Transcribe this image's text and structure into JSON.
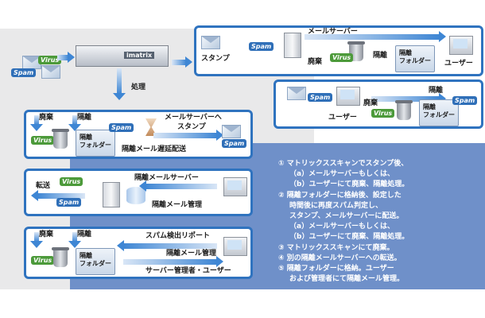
{
  "appliance_label": "imatrix",
  "tags": {
    "virus": "Virus",
    "spam": "Spam"
  },
  "labels": {
    "process": "処理",
    "mail_server": "メールサーバー",
    "stamp": "スタンプ",
    "discard": "廃棄",
    "quarantine": "隔離",
    "quarantine_folder_line1": "隔離",
    "quarantine_folder_line2": "フォルダー",
    "user": "ユーザー",
    "to_mail_server_stamp_line1": "メールサーバーへ",
    "to_mail_server_stamp_line2": "スタンプ",
    "quarantine_delayed_delivery": "隔離メール遅延配送",
    "transfer": "転送",
    "quarantine_mail_server": "隔離メールサーバー",
    "quarantine_mail_management": "隔離メール管理",
    "spam_detection_report": "スパム検出リポート",
    "server_admin_user": "サーバー管理者・ユーザー"
  },
  "legend": [
    "① マトリックススキャンでスタンプ後、",
    "（a）メールサーバーもしくは、",
    "（b）ユーザーにて廃棄、隔離処理。",
    "② 隔離フォルダーに格納後、設定した",
    "時間後に再度スパム判定し、",
    "スタンプ、メールサーバーに配送。",
    "（a）メールサーバーもしくは、",
    "（b）ユーザーにて廃棄、隔離処理。",
    "③ マトリックススキャンにて廃棄。",
    "④ 別の隔離メールサーバーへの転送。",
    "⑤ 隔離フォルダーに格納。ユーザー",
    "および管理者にて隔離メール管理。"
  ]
}
